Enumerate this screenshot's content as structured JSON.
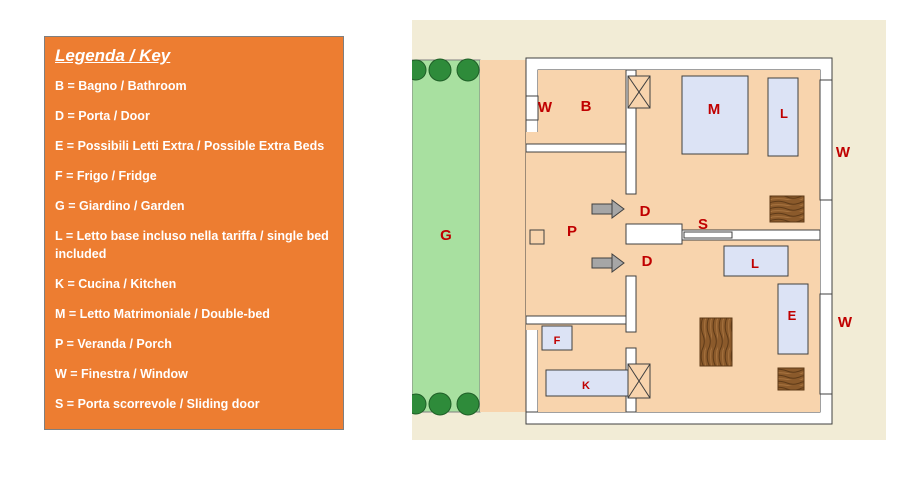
{
  "legend": {
    "title": "Legenda / Key",
    "items": [
      "B = Bagno / Bathroom",
      "D = Porta / Door",
      "E = Possibili Letti Extra / Possible Extra Beds",
      "F = Frigo / Fridge",
      "G = Giardino / Garden",
      "L = Letto base incluso nella tariffa / single bed included",
      "K = Cucina / Kitchen",
      "M = Letto Matrimoniale / Double-bed",
      "P = Veranda / Porch",
      "W = Finestra / Window",
      "S = Porta scorrevole / Sliding door"
    ]
  },
  "plan": {
    "labels": {
      "garden": "G",
      "porch": "P",
      "bathroom": "B",
      "window_bathroom": "W",
      "window_right_top": "W",
      "window_right_bottom": "W",
      "double_bed": "M",
      "single_bed_top": "L",
      "single_bed_mid": "L",
      "extra_bed": "E",
      "fridge": "F",
      "kitchen": "K",
      "door_top": "D",
      "door_bottom": "D",
      "sliding_door": "S"
    },
    "colors": {
      "background": "#f2ecd6",
      "garden": "#a8e0a0",
      "floor": "#f8d4ad",
      "wall": "#ffffff",
      "wall_line": "#404040",
      "furniture": "#dce3f5",
      "label": "#c00000",
      "wood": "#8b5a2b",
      "tree": "#2e8b3a"
    }
  }
}
